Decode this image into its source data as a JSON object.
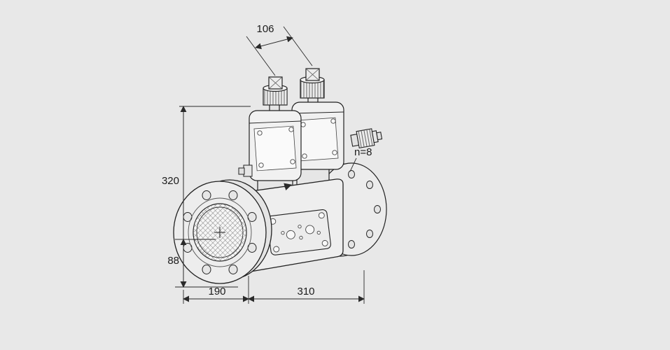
{
  "labels": {
    "dim_top": "106",
    "dim_height": "320",
    "dim_axis_bottom": "88",
    "dim_flange_offset": "190",
    "dim_length": "310",
    "bolt_holes": "n=8"
  },
  "colors": {
    "background": "#e8e8e8",
    "line": "#222222",
    "dimension_line": "#2a2a2a"
  }
}
